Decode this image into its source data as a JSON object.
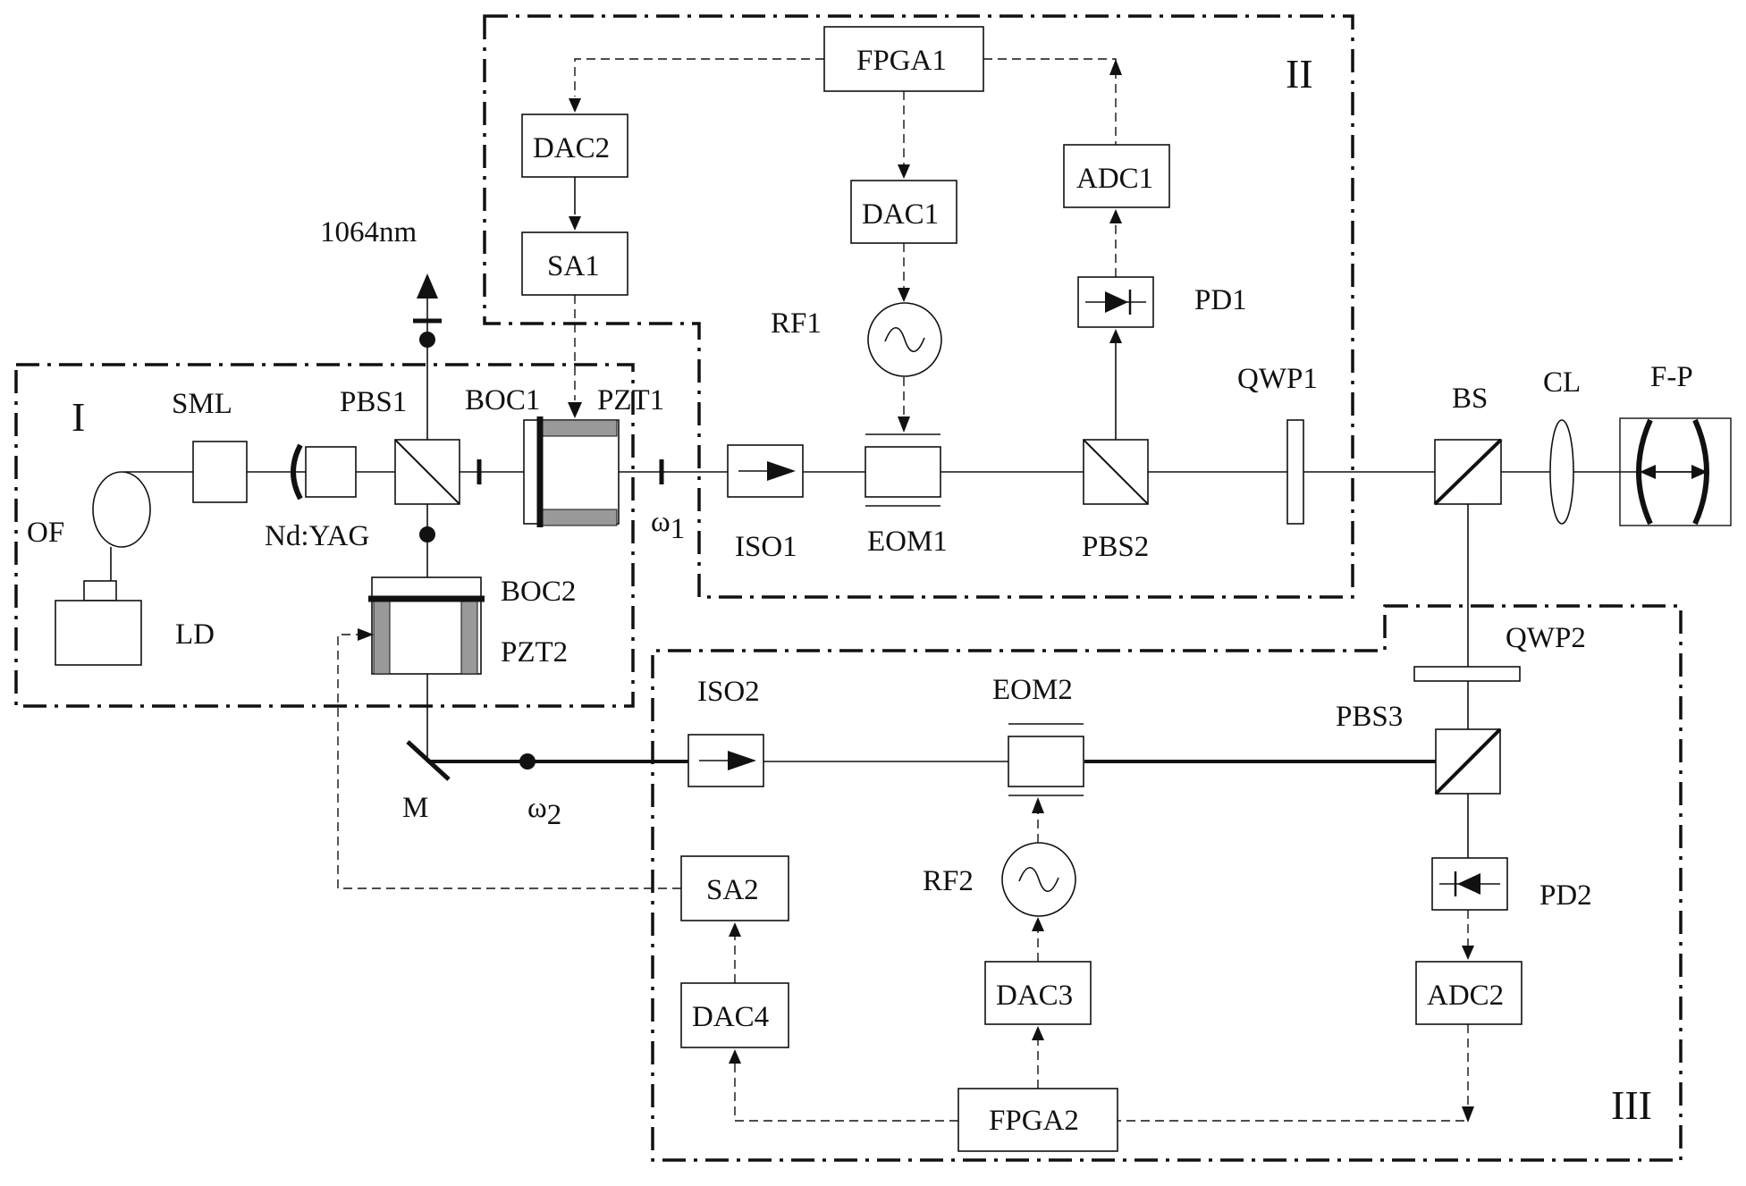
{
  "regions": {
    "I": "I",
    "II": "II",
    "III": "III"
  },
  "labels": {
    "laser_output": "1064nm",
    "omega1_base": "ω",
    "omega1_sub": "1",
    "omega2_base": "ω",
    "omega2_sub": "2"
  },
  "components": {
    "OF": "OF",
    "LD": "LD",
    "SML": "SML",
    "NdYAG": "Nd:YAG",
    "PBS1": "PBS1",
    "BOC1": "BOC1",
    "PZT1": "PZT1",
    "BOC2": "BOC2",
    "PZT2": "PZT2",
    "M": "M",
    "FPGA1": "FPGA1",
    "DAC1": "DAC1",
    "DAC2": "DAC2",
    "SA1": "SA1",
    "RF1": "RF1",
    "ADC1": "ADC1",
    "PD1": "PD1",
    "ISO1": "ISO1",
    "EOM1": "EOM1",
    "PBS2": "PBS2",
    "QWP1": "QWP1",
    "BS": "BS",
    "CL": "CL",
    "FP": "F-P",
    "QWP2": "QWP2",
    "PBS3": "PBS3",
    "ISO2": "ISO2",
    "EOM2": "EOM2",
    "RF2": "RF2",
    "PD2": "PD2",
    "SA2": "SA2",
    "DAC3": "DAC3",
    "DAC4": "DAC4",
    "ADC2": "ADC2",
    "FPGA2": "FPGA2"
  }
}
